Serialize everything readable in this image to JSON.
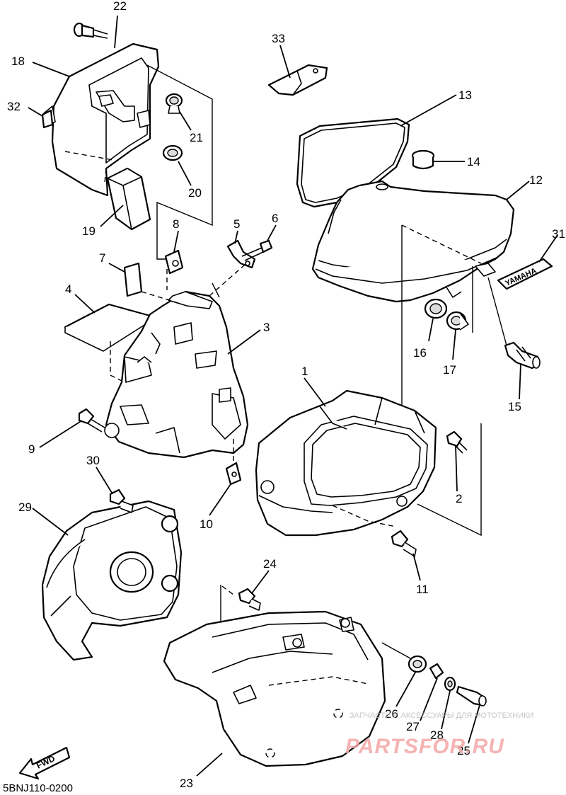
{
  "diagram": {
    "code": "5BNJ110-0200",
    "fwd_label": "FWD",
    "emblem_text": "YAMAHA",
    "watermark": {
      "line": "ЗАПЧАСТИ И АКСЕССУАРЫ ДЛЯ МОТОТЕХНИКИ",
      "logo": "PARTSFOR.RU"
    },
    "callouts": [
      {
        "id": "1",
        "label": "1"
      },
      {
        "id": "2",
        "label": "2"
      },
      {
        "id": "3",
        "label": "3"
      },
      {
        "id": "4",
        "label": "4"
      },
      {
        "id": "5",
        "label": "5"
      },
      {
        "id": "6",
        "label": "6"
      },
      {
        "id": "7",
        "label": "7"
      },
      {
        "id": "8",
        "label": "8"
      },
      {
        "id": "9",
        "label": "9"
      },
      {
        "id": "10",
        "label": "10"
      },
      {
        "id": "11",
        "label": "11"
      },
      {
        "id": "12",
        "label": "12"
      },
      {
        "id": "13",
        "label": "13"
      },
      {
        "id": "14",
        "label": "14"
      },
      {
        "id": "15",
        "label": "15"
      },
      {
        "id": "16",
        "label": "16"
      },
      {
        "id": "17",
        "label": "17"
      },
      {
        "id": "18",
        "label": "18"
      },
      {
        "id": "19",
        "label": "19"
      },
      {
        "id": "20",
        "label": "20"
      },
      {
        "id": "21",
        "label": "21"
      },
      {
        "id": "22",
        "label": "22"
      },
      {
        "id": "23",
        "label": "23"
      },
      {
        "id": "24",
        "label": "24"
      },
      {
        "id": "25",
        "label": "25"
      },
      {
        "id": "26",
        "label": "26"
      },
      {
        "id": "27",
        "label": "27"
      },
      {
        "id": "28",
        "label": "28"
      },
      {
        "id": "29",
        "label": "29"
      },
      {
        "id": "30",
        "label": "30"
      },
      {
        "id": "31",
        "label": "31"
      },
      {
        "id": "32",
        "label": "32"
      },
      {
        "id": "33",
        "label": "33"
      }
    ]
  }
}
